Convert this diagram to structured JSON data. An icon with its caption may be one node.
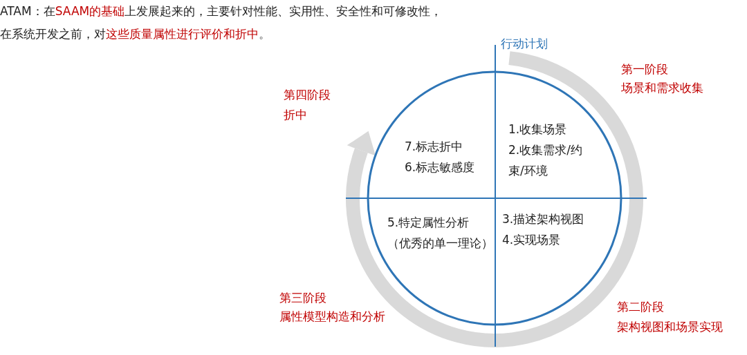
{
  "diagram": {
    "title": "ATAM：在**SAAM的基础**上发展起来的，主要针对性能、实用性、安全性和可修改性，在系统开发之前，对**这些质量属性进行评价和折中**。",
    "nodes": [
      {
        "text": [],
        "shape": "circle"
      },
      {
        "text": [
          "1.收集场景",
          "2.收集需求/约束/环境"
        ],
        "in": 0
      },
      {
        "text": [
          "3.描述架构视图",
          "4.实现场景"
        ],
        "in": 0
      },
      {
        "text": [
          "5.特定属性分析",
          "（优秀的单一理论）"
        ],
        "in": 0
      },
      {
        "text": [
          "7.标志折中",
          "6.标志敏感度"
        ],
        "in": 0
      }
    ],
    "edges": [],
    "labels": [
      "行动计划",
      "第一阶段",
      "场景和需求收集",
      "第四阶段",
      "折中",
      "第三阶段",
      "属性模型构造和分析",
      "第二阶段",
      "架构视图和场景实现"
    ]
  }
}
